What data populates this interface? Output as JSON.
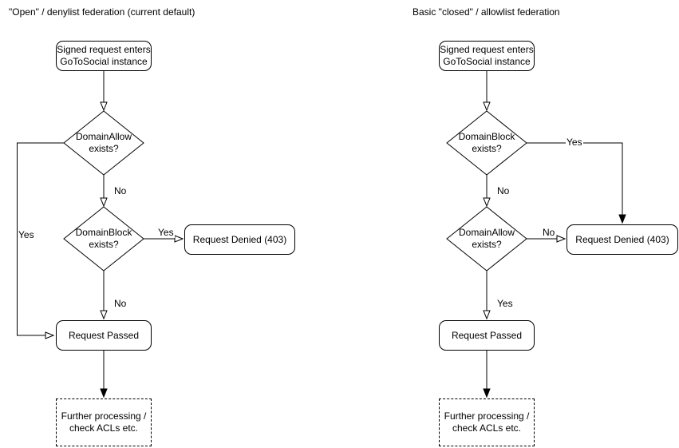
{
  "background": "#ffffff",
  "stroke_color": "#000000",
  "text_color": "#000000",
  "charts": [
    {
      "title": "\"Open\" / denylist federation (current default)",
      "nodes": {
        "start": "Signed request enters\nGoToSocial instance",
        "decision_top": "DomainAllow\nexists?",
        "decision_bottom": "DomainBlock\nexists?",
        "denied": "Request Denied (403)",
        "passed": "Request Passed",
        "further": "Further processing /\ncheck ACLs etc."
      },
      "labels": {
        "top_decision_branch": "Yes",
        "top_decision_down": "No",
        "bottom_decision_side": "Yes",
        "bottom_decision_down": "No"
      }
    },
    {
      "title": "Basic \"closed\" / allowlist federation",
      "nodes": {
        "start": "Signed request enters\nGoToSocial instance",
        "decision_top": "DomainBlock\nexists?",
        "decision_bottom": "DomainAllow\nexists?",
        "denied": "Request Denied (403)",
        "passed": "Request Passed",
        "further": "Further processing /\ncheck ACLs etc."
      },
      "labels": {
        "top_decision_branch": "Yes",
        "top_decision_down": "No",
        "bottom_decision_side": "No",
        "bottom_decision_down": "Yes"
      }
    }
  ]
}
